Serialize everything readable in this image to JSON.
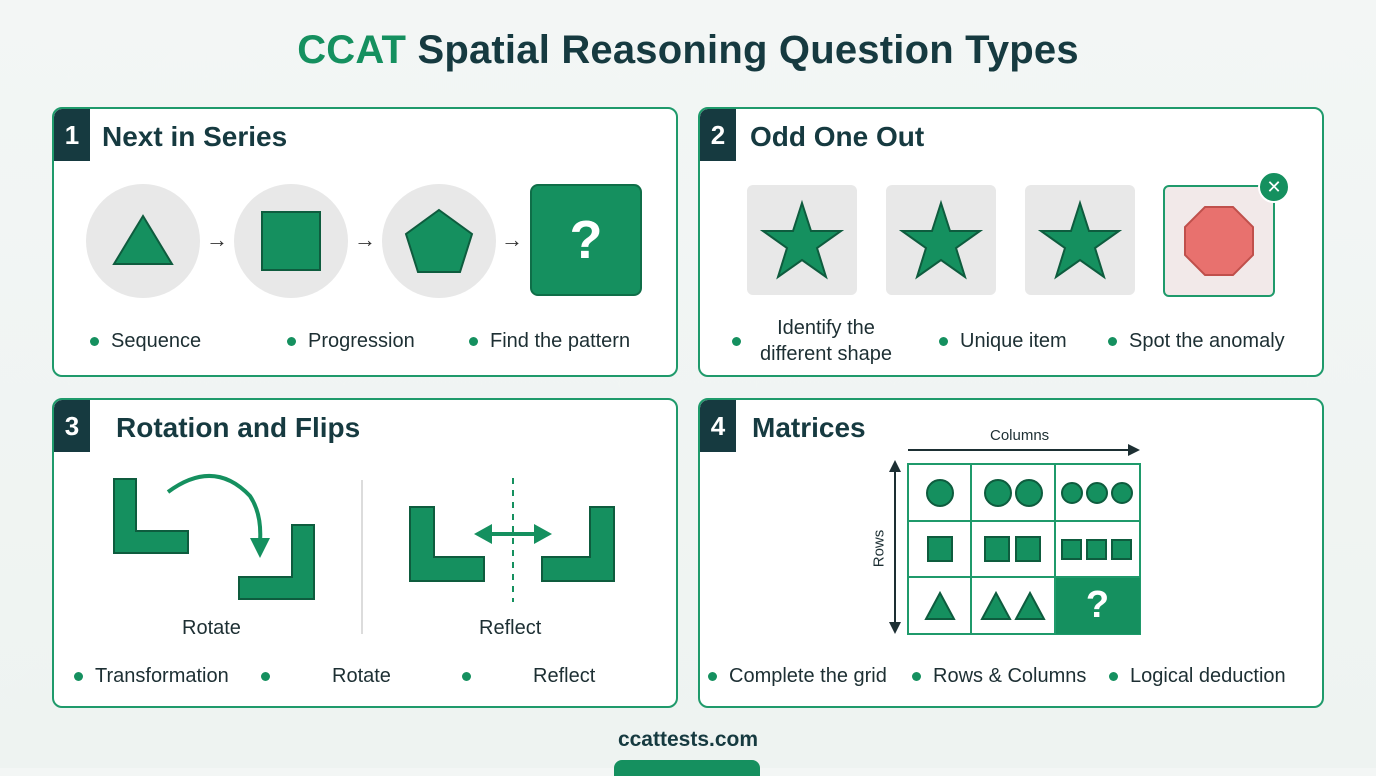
{
  "title": {
    "accent": "CCAT",
    "rest": "Spatial Reasoning Question Types"
  },
  "colors": {
    "accent": "#15905f",
    "dark": "#163a40",
    "odd": "#e8716e"
  },
  "cards": [
    {
      "number": "1",
      "title": "Next in Series",
      "icons": [
        "triangle-icon",
        "square-icon",
        "pentagon-icon"
      ],
      "arrow": "→",
      "question": "?",
      "bullets": [
        "Sequence",
        "Progression",
        "Find the pattern"
      ]
    },
    {
      "number": "2",
      "title": "Odd One Out",
      "icons": [
        "star-icon",
        "star-icon",
        "star-icon",
        "octagon-icon"
      ],
      "mark": "✕",
      "bullets": [
        "Identify the different shape",
        "Unique item",
        "Spot the anomaly"
      ]
    },
    {
      "number": "3",
      "title": "Rotation and Flips",
      "captions": [
        "Rotate",
        "Reflect"
      ],
      "bullets": [
        "Transformation",
        "Rotate",
        "Reflect"
      ]
    },
    {
      "number": "4",
      "title": "Matrices",
      "columns_label": "Columns",
      "rows_label": "Rows",
      "question": "?",
      "bullets": [
        "Complete the grid",
        "Rows & Columns",
        "Logical deduction"
      ]
    }
  ],
  "footer": "ccattests.com"
}
